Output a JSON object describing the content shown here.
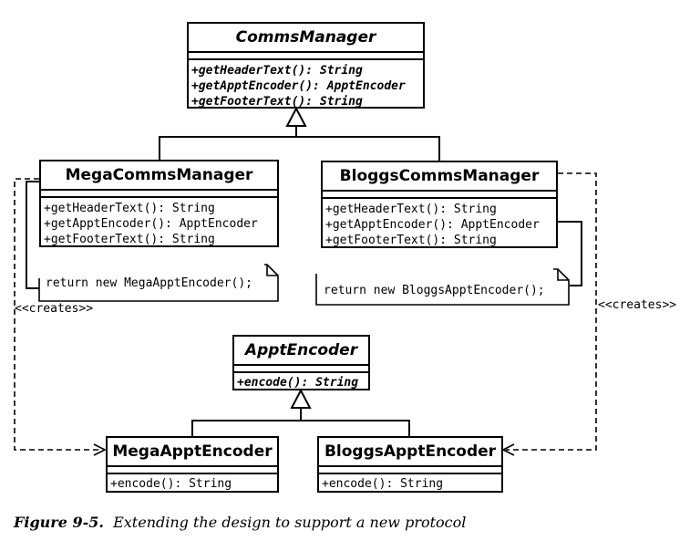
{
  "diagram": {
    "classes": {
      "comms_manager": {
        "name": "CommsManager",
        "abstract": true,
        "operations": [
          "+getHeaderText(): String",
          "+getApptEncoder(): ApptEncoder",
          "+getFooterText(): String"
        ]
      },
      "mega_comms_manager": {
        "name": "MegaCommsManager",
        "operations": [
          "+getHeaderText(): String",
          "+getApptEncoder(): ApptEncoder",
          "+getFooterText(): String"
        ]
      },
      "bloggs_comms_manager": {
        "name": "BloggsCommsManager",
        "operations": [
          "+getHeaderText(): String",
          "+getApptEncoder(): ApptEncoder",
          "+getFooterText(): String"
        ]
      },
      "appt_encoder": {
        "name": "ApptEncoder",
        "abstract": true,
        "operations": [
          "+encode(): String"
        ]
      },
      "mega_appt_encoder": {
        "name": "MegaApptEncoder",
        "operations": [
          "+encode(): String"
        ]
      },
      "bloggs_appt_encoder": {
        "name": "BloggsApptEncoder",
        "operations": [
          "+encode(): String"
        ]
      }
    },
    "notes": {
      "mega": "return new MegaApptEncoder();",
      "bloggs": "return new BloggsApptEncoder();"
    },
    "stereotypes": {
      "creates_left": "<<creates>>",
      "creates_right": "<<creates>>"
    }
  },
  "caption": {
    "label": "Figure 9-5.",
    "text": "Extending the design to support a new protocol"
  }
}
